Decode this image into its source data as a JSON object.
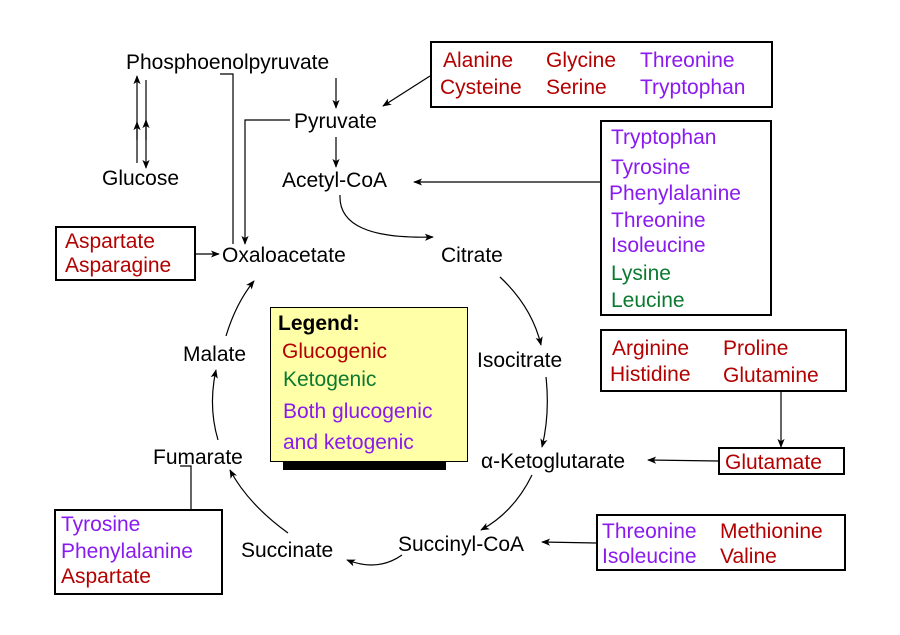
{
  "metabolites": {
    "phosphoenolpyruvate": "Phosphoenolpyruvate",
    "pyruvate": "Pyruvate",
    "glucose": "Glucose",
    "acetyl_coa": "Acetyl-CoA",
    "oxaloacetate": "Oxaloacetate",
    "citrate": "Citrate",
    "isocitrate": "Isocitrate",
    "alpha_ketoglutarate": "α-Ketoglutarate",
    "succinyl_coa": "Succinyl-CoA",
    "succinate": "Succinate",
    "fumarate": "Fumarate",
    "malate": "Malate"
  },
  "boxes": {
    "pyruvate_box": [
      {
        "name": "Alanine",
        "type": "glucogenic"
      },
      {
        "name": "Glycine",
        "type": "glucogenic"
      },
      {
        "name": "Threonine",
        "type": "both"
      },
      {
        "name": "Cysteine",
        "type": "glucogenic"
      },
      {
        "name": "Serine",
        "type": "glucogenic"
      },
      {
        "name": "Tryptophan",
        "type": "both"
      }
    ],
    "acetyl_box": [
      {
        "name": "Tryptophan",
        "type": "both"
      },
      {
        "name": "Tyrosine",
        "type": "both"
      },
      {
        "name": "Phenylalanine",
        "type": "both"
      },
      {
        "name": "Threonine",
        "type": "both"
      },
      {
        "name": "Isoleucine",
        "type": "both"
      },
      {
        "name": "Lysine",
        "type": "ketogenic"
      },
      {
        "name": "Leucine",
        "type": "ketogenic"
      }
    ],
    "oxaloacetate_box": [
      {
        "name": "Aspartate",
        "type": "glucogenic"
      },
      {
        "name": "Asparagine",
        "type": "glucogenic"
      }
    ],
    "glutamate_source_box": [
      {
        "name": "Arginine",
        "type": "glucogenic"
      },
      {
        "name": "Proline",
        "type": "glucogenic"
      },
      {
        "name": "Histidine",
        "type": "glucogenic"
      },
      {
        "name": "Glutamine",
        "type": "glucogenic"
      }
    ],
    "glutamate_box": [
      {
        "name": "Glutamate",
        "type": "glucogenic"
      }
    ],
    "succinyl_box": [
      {
        "name": "Threonine",
        "type": "both"
      },
      {
        "name": "Methionine",
        "type": "glucogenic"
      },
      {
        "name": "Isoleucine",
        "type": "both"
      },
      {
        "name": "Valine",
        "type": "glucogenic"
      }
    ],
    "fumarate_box": [
      {
        "name": "Tyrosine",
        "type": "both"
      },
      {
        "name": "Phenylalanine",
        "type": "both"
      },
      {
        "name": "Aspartate",
        "type": "glucogenic"
      }
    ]
  },
  "legend": {
    "title": "Legend:",
    "glucogenic": "Glucogenic",
    "ketogenic": "Ketogenic",
    "both_line1": "Both glucogenic",
    "both_line2": "and ketogenic"
  },
  "colors": {
    "glucogenic": "#b30000",
    "ketogenic": "#0b7a2f",
    "both": "#8a1aef",
    "legend_background": "#ffffa8",
    "line": "#000000"
  }
}
